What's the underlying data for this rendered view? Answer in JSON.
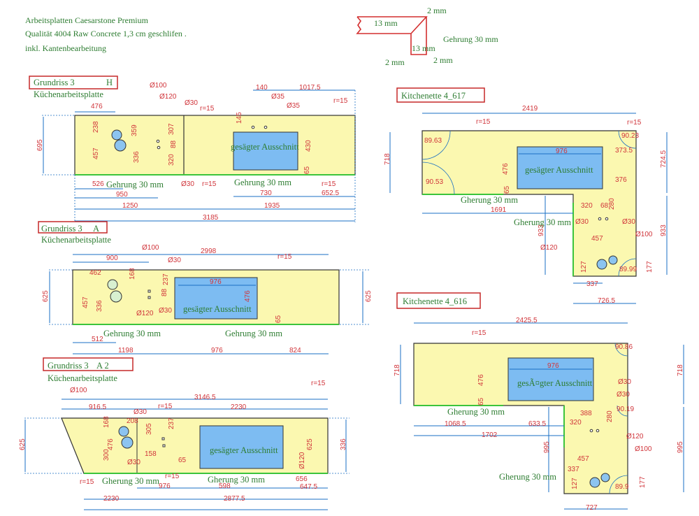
{
  "header": {
    "lines": [
      "Arbeitsplatten Caesarstone Premium",
      "Qualität 4004 Raw Concrete 1,3 cm geschlifen .",
      "inkl. Kantenbearbeitung"
    ],
    "profile": {
      "top_thickness": "13 mm",
      "top_offset": "2 mm",
      "miter": "Gehrung 30 mm",
      "side_thickness": "13 mm",
      "bottom_left": "2 mm",
      "bottom_right": "2 mm"
    }
  },
  "panels": {
    "h": {
      "title": "Grundriss 3",
      "code": "H",
      "subtitle": "Küchenarbeitsplatte",
      "cutout": "gesägter Ausschnitt",
      "miter": [
        "Gehrung 30 mm",
        "Gehrung 30 mm"
      ],
      "dims": [
        "476",
        "Ø100",
        "Ø120",
        "Ø30",
        "r=15",
        "140",
        "1017.5",
        "Ø35",
        "Ø35",
        "r=15",
        "238",
        "457",
        "359",
        "336",
        "307",
        "88",
        "320",
        "145",
        "430",
        "65",
        "695",
        "526",
        "Ø30",
        "r=15",
        "r=15",
        "730",
        "652.5",
        "950",
        "1250",
        "1935",
        "3185"
      ]
    },
    "a": {
      "title": "Grundriss 3",
      "code": "A",
      "subtitle": "Küchenarbeitsplatte",
      "cutout": "gesägter Ausschnitt",
      "miter": [
        "Gehrung 30 mm",
        "Gehrung 30 mm"
      ],
      "dims": [
        "Ø100",
        "2998",
        "900",
        "Ø30",
        "r=15",
        "462",
        "168",
        "237",
        "976",
        "88",
        "476",
        "625",
        "625",
        "457",
        "336",
        "Ø120",
        "Ø30",
        "65",
        "512",
        "1198",
        "976",
        "824"
      ]
    },
    "a2": {
      "title": "Grundriss 3",
      "code": "A 2",
      "subtitle": "Küchenarbeitsplatte",
      "cutout": "gesägter Ausschnitt",
      "miter": [
        "Gherung 30 mm",
        "Gherung 30 mm"
      ],
      "dims": [
        "Ø100",
        "r=15",
        "3146.5",
        "916.5",
        "Ø30",
        "r=15",
        "2230",
        "168",
        "208",
        "305",
        "237",
        "625",
        "476",
        "625",
        "336",
        "300",
        "158",
        "Ø30",
        "65",
        "Ø120",
        "r=15",
        "r=15",
        "656",
        "976",
        "598",
        "647.5",
        "2230",
        "2877.5"
      ]
    },
    "k617": {
      "title": "Kitchenette 4_617",
      "cutout": "gesägter Ausschnitt",
      "miter": [
        "Gherung 30 mm",
        "Gherung 30 mm"
      ],
      "dims": [
        "2419",
        "r=15",
        "r=15",
        "89.63",
        "90.23",
        "976",
        "373.5",
        "476",
        "718",
        "724.5",
        "90.53",
        "376",
        "65",
        "1691",
        "320",
        "68",
        "280",
        "Ø30",
        "Ø30",
        "933",
        "933",
        "457",
        "Ø100",
        "Ø120",
        "127",
        "89.99",
        "177",
        "337",
        "726.5"
      ]
    },
    "k616": {
      "title": "Kitchenette 4_616",
      "cutout": "gesÃ¤gter Ausschnitt",
      "miter": [
        "Gherung 30 mm",
        "Gherung 30 mm"
      ],
      "dims": [
        "2425.5",
        "r=15",
        "90.86",
        "976",
        "718",
        "718",
        "476",
        "Ø30",
        "Ø30",
        "65",
        "90.19",
        "388",
        "320",
        "280",
        "1068.5",
        "633.5",
        "1702",
        "Ø120",
        "Ø100",
        "995",
        "995",
        "457",
        "337",
        "127",
        "89.9",
        "177",
        "727"
      ]
    }
  },
  "colors": {
    "dimension": "#d0343a",
    "label": "#2e7d32",
    "dimension_line": "#1a6fc4",
    "slab": "#fbf8b0",
    "cutout": "#7dbcf2",
    "title_box": "#c62828"
  }
}
